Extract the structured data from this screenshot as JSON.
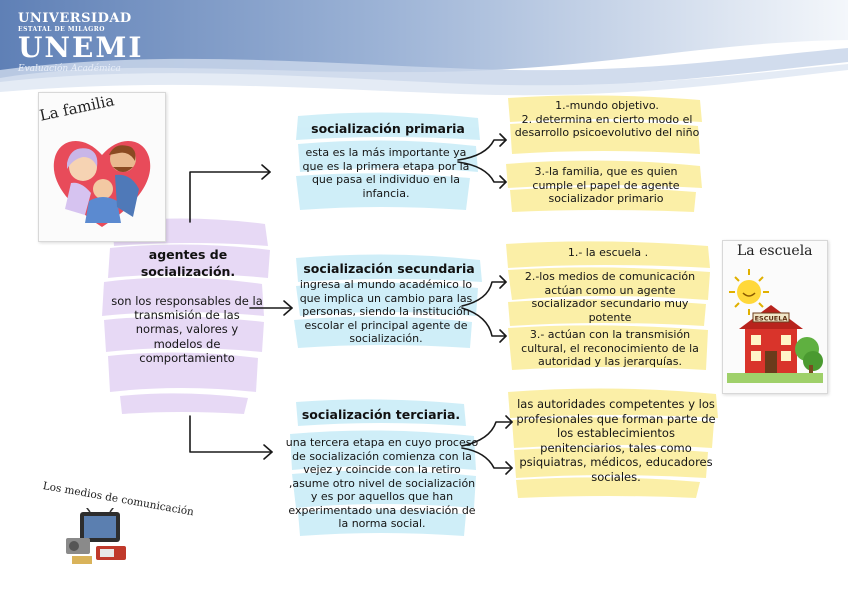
{
  "logo": {
    "line1": "UNIVERSIDAD",
    "line2": "ESTATAL DE MILAGRO",
    "line3": "UNEMI",
    "line4": "Evaluación Académica"
  },
  "images": {
    "familia": "La familia",
    "escuela": "La escuela",
    "medios": "Los medios de comunicación",
    "escuela_sign": "ESCUELA"
  },
  "central": {
    "title": "agentes de socialización.",
    "body": "son los responsables de la transmisión de las normas, valores y modelos de comportamiento"
  },
  "primaria": {
    "title": "socialización primaria",
    "body": "esta es la más importante ya que es la primera etapa por la que pasa el individuo en la infancia.",
    "notes": [
      "1.-mundo objetivo.\n2.  determina en cierto modo el desarrollo psicoevolutivo del niño",
      "3.-la familia, que es quien cumple el papel de agente socializador primario"
    ]
  },
  "secundaria": {
    "title": "socialización secundaria",
    "body": "ingresa al mundo académico lo que implica un cambio para las personas, siendo la institución escolar el principal agente de socialización.",
    "notes": [
      "1.- la escuela .",
      "2.-los medios de comunicación actúan como un agente socializador secundario muy potente",
      "3.- actúan con la transmisión cultural, el reconocimiento de la autoridad y las jerarquías."
    ]
  },
  "terciaria": {
    "title": "socialización terciaria.",
    "body": "una tercera etapa en cuyo proceso de socialización comienza con la vejez y coincide con la retiro ,asume otro nivel de socialización y es por aquellos que han experimentado una desviación de la norma social.",
    "notes": [
      "las autoridades competentes y los profesionales que forman parte de los establecimientos penitenciarios, tales como psiquiatras, médicos, educadores sociales."
    ]
  },
  "colors": {
    "banner": "#6f8fc0",
    "lavender": "#e6d8f5",
    "cyan": "#cdeef8",
    "yellow": "#fbefa3",
    "line": "#1a1a1a"
  }
}
